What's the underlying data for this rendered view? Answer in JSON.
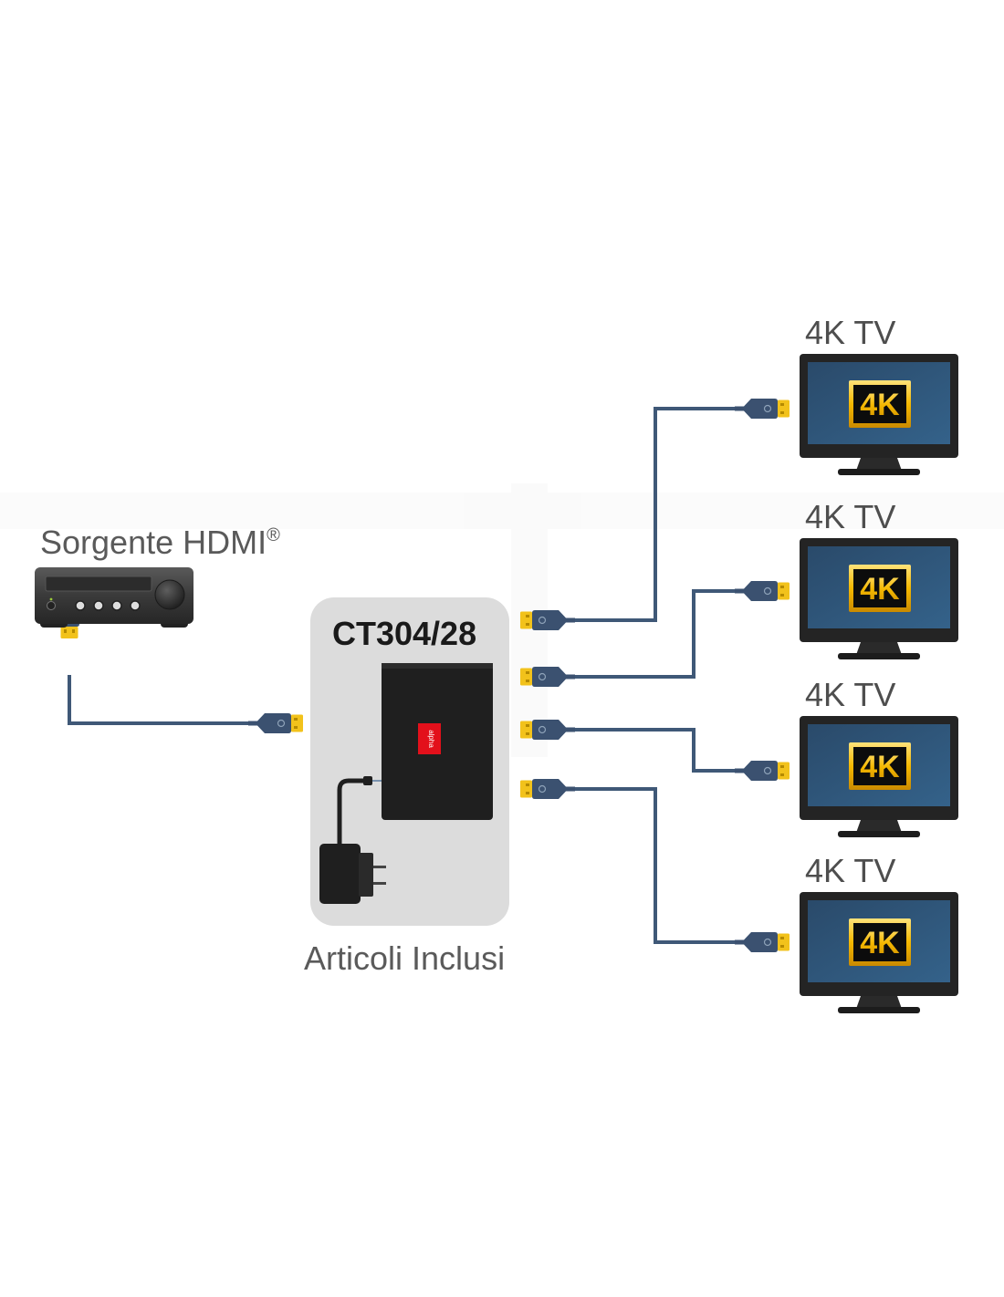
{
  "source": {
    "label": "Sorgente HDMI",
    "label_mark": "®"
  },
  "splitter": {
    "model": "CT304/28",
    "included_caption": "Articoli Inclusi",
    "logo_text": "alpha elettronica"
  },
  "outputs": [
    {
      "label": "4K TV",
      "badge": "4K"
    },
    {
      "label": "4K TV",
      "badge": "4K"
    },
    {
      "label": "4K TV",
      "badge": "4K"
    },
    {
      "label": "4K TV",
      "badge": "4K"
    }
  ],
  "colors": {
    "cable": "#3f5877",
    "connector_body": "#3b5170",
    "connector_tip": "#f2c21b",
    "panel": "#dcdcdc",
    "splitter_box": "#1f1f1f",
    "logo": "#e3101b",
    "tv_frame": "#242424",
    "tv_screen": "#2e5477",
    "badge_gold": "#f5b800",
    "device": "#3a3a3a"
  }
}
